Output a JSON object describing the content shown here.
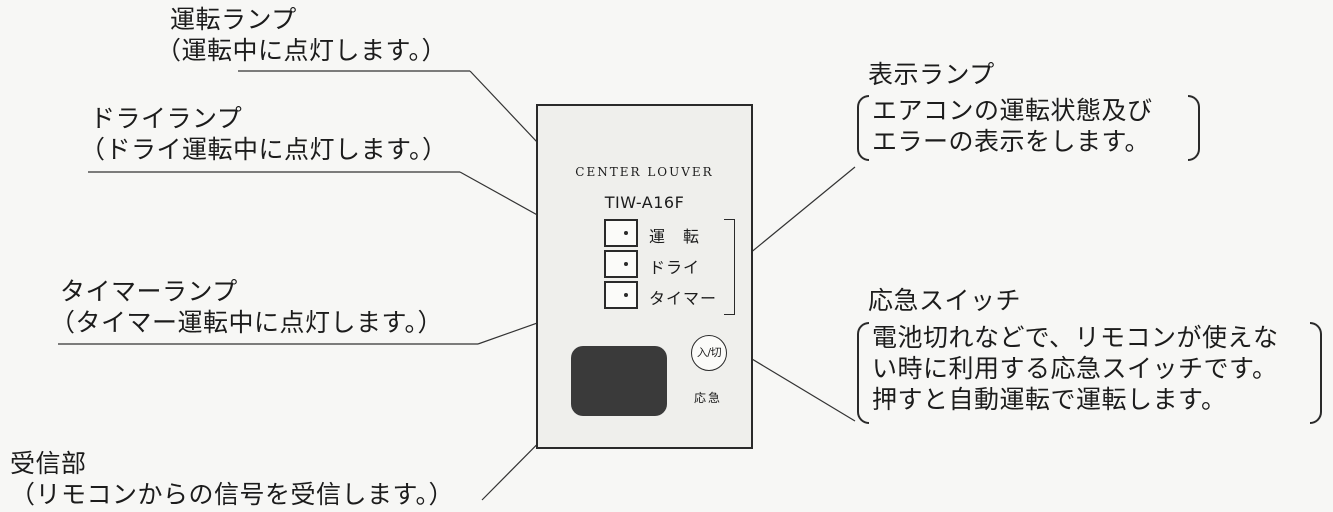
{
  "panel": {
    "brand": "CENTER LOUVER",
    "model": "TIW-A16F",
    "lamps": [
      "運　転",
      "ドライ",
      "タイマー"
    ],
    "switch_symbol": "入/切",
    "switch_label": "応急"
  },
  "callouts": {
    "operation_lamp": {
      "title": "運転ランプ",
      "desc": "（運転中に点灯します。）"
    },
    "dry_lamp": {
      "title": "ドライランプ",
      "desc": "（ドライ運転中に点灯します。）"
    },
    "timer_lamp": {
      "title": "タイマーランプ",
      "desc": "（タイマー運転中に点灯します。）"
    },
    "receiver": {
      "title": "受信部",
      "desc": "（リモコンからの信号を受信します。）"
    },
    "display_lamp": {
      "title": "表示ランプ",
      "lines": [
        "エアコンの運転状態及び",
        "エラーの表示をします。"
      ]
    },
    "emergency_switch": {
      "title": "応急スイッチ",
      "lines": [
        "電池切れなどで、リモコンが使えな",
        "い時に利用する応急スイッチです。",
        "押すと自動運転で運転します。"
      ]
    }
  }
}
